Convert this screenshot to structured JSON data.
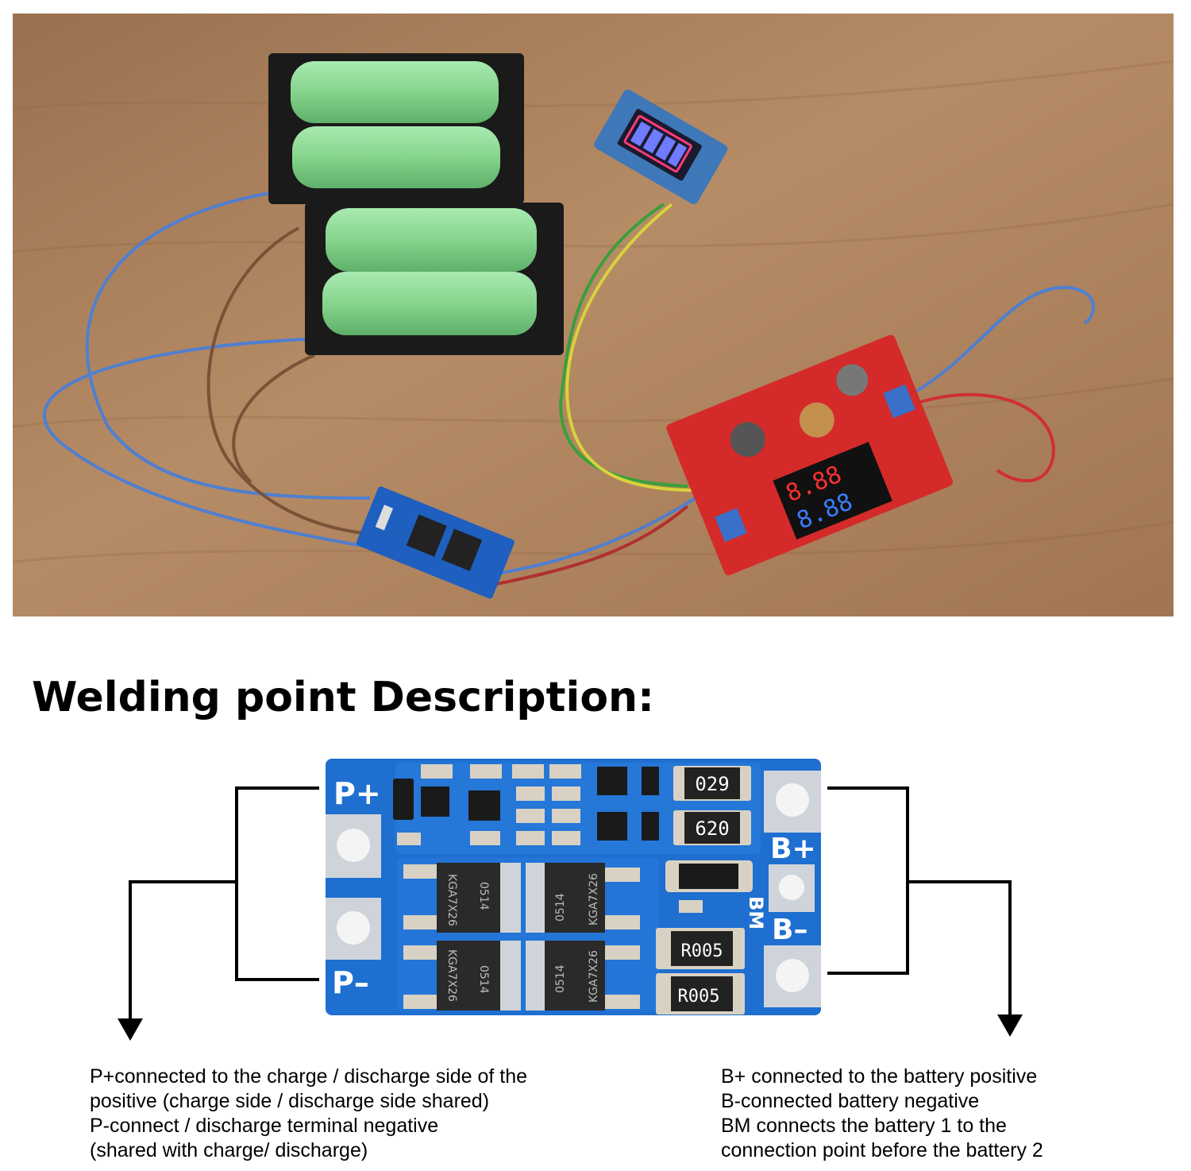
{
  "heading": "Welding point Description:",
  "board": {
    "pad_labels": {
      "p_plus": "P+",
      "p_minus": "P–",
      "b_plus": "B+",
      "b_minus": "B–",
      "bm": "BM"
    },
    "resistor_codes": [
      "029",
      "620",
      "R005",
      "R005"
    ],
    "mosfet_codes": [
      "KGA7X26",
      "0514",
      "0514",
      "KGA7X26",
      "KGA7X26",
      "0514",
      "0514",
      "KGA7X26"
    ]
  },
  "descriptions": {
    "left": [
      "P+connected to the charge / discharge side of the",
      "positive (charge side / discharge side shared)",
      "P-connect / discharge terminal negative",
      "(shared with charge/ discharge)"
    ],
    "right": [
      "B+ connected to the battery positive",
      "B-connected battery negative",
      "BM connects the battery 1 to the",
      "connection point before the battery 2"
    ]
  },
  "photo": {
    "voltmeter_top": "8.88",
    "voltmeter_bottom": "8.88"
  },
  "colors": {
    "pcb_blue": "#1e6fd0",
    "wood": "#a57a55",
    "cell_green": "#8edc94",
    "module_red": "#d52a2a"
  }
}
